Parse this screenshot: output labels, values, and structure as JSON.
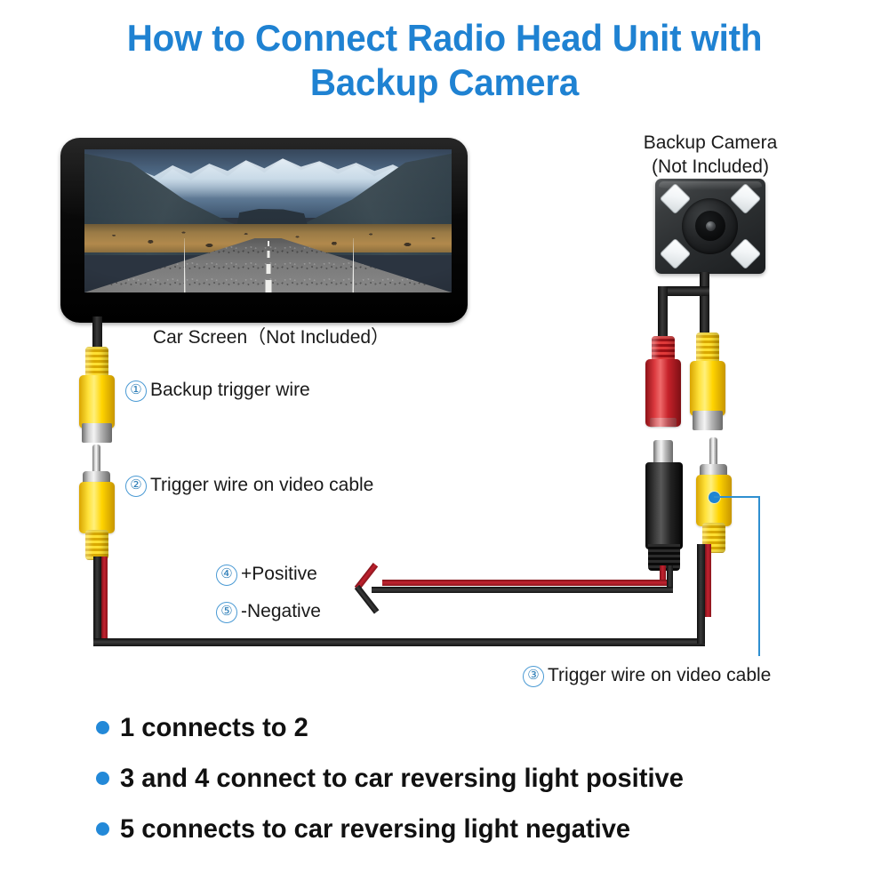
{
  "title": {
    "line1": "How to Connect Radio Head Unit with",
    "line2": "Backup Camera",
    "color": "#1f82d2"
  },
  "devices": {
    "car_screen_caption": "Car Screen（Not Included）",
    "backup_camera_caption_line1": "Backup Camera",
    "backup_camera_caption_line2": "(Not Included)"
  },
  "callouts": [
    {
      "number": "①",
      "label": "Backup trigger wire"
    },
    {
      "number": "②",
      "label": "Trigger wire on video cable"
    },
    {
      "number": "③",
      "label": "Trigger wire on video cable"
    },
    {
      "number": "④",
      "label": "+Positive"
    },
    {
      "number": "⑤",
      "label": "-Negative"
    }
  ],
  "instructions": [
    "1 connects to 2",
    "3 and 4 connect to car reversing light positive",
    "5 connects to car reversing light negative"
  ],
  "colors": {
    "accent_blue": "#2389d8",
    "callout_blue": "#2f7fb8",
    "leader_blue": "#2f8fd0",
    "wire_red": "#c32230",
    "wire_black": "#141414",
    "connector_yellow": "#ffe23a",
    "connector_red": "#dc3a3f",
    "text_black": "#111111"
  }
}
